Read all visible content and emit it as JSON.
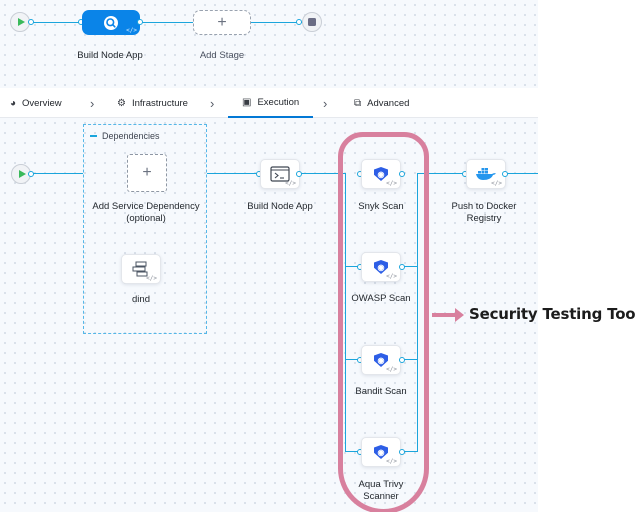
{
  "stage_bar": {
    "build_node_app_label": "Build Node App",
    "add_stage_label": "Add Stage"
  },
  "tabs": [
    {
      "label": "Overview",
      "icon": "overview-icon"
    },
    {
      "label": "Infrastructure",
      "icon": "infrastructure-icon"
    },
    {
      "label": "Execution",
      "icon": "execution-icon",
      "active": true
    },
    {
      "label": "Advanced",
      "icon": "advanced-icon"
    }
  ],
  "dependencies": {
    "title": "Dependencies",
    "add_service_label": "Add Service Dependency\n(optional)",
    "dind_label": "dind"
  },
  "steps": {
    "build_node_app": "Build Node App",
    "snyk_scan": "Snyk Scan",
    "owasp_scan": "OWASP Scan",
    "bandit_scan": "Bandit Scan",
    "aqua_trivy_scanner": "Aqua Trivy\nScanner",
    "push_to_docker_registry": "Push to Docker\nRegistry"
  },
  "annotation": {
    "text": "Security Testing Tools",
    "color": "#d8809e"
  },
  "colors": {
    "accent": "#0278d5",
    "connector": "#1aa5dc",
    "stage_fill": "#0a84e8",
    "shield": "#2d5ee6",
    "docker": "#2496ed"
  }
}
